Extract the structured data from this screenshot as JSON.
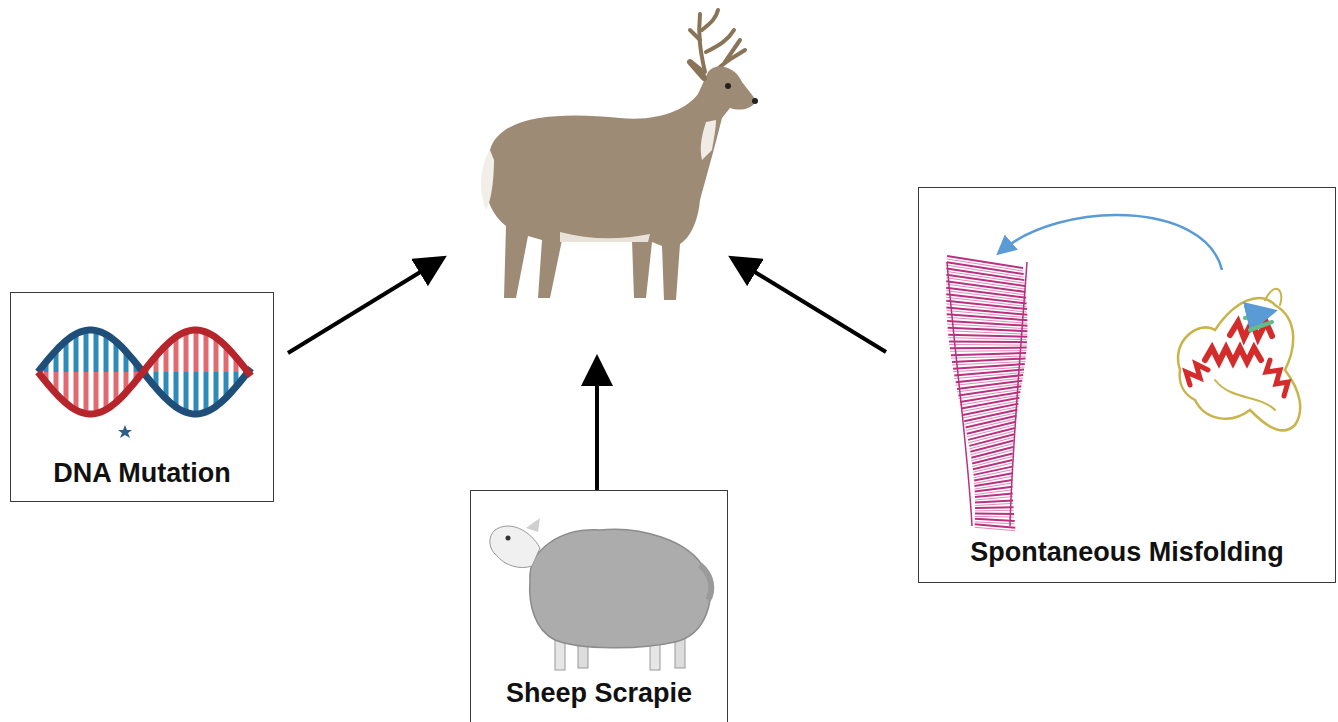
{
  "diagram": {
    "nodes": [
      {
        "text": [
          "DNA Mutation"
        ]
      },
      {
        "text": [
          "Sheep Scrapie"
        ]
      },
      {
        "text": [
          "Spontaneous Misfolding"
        ]
      }
    ]
  }
}
